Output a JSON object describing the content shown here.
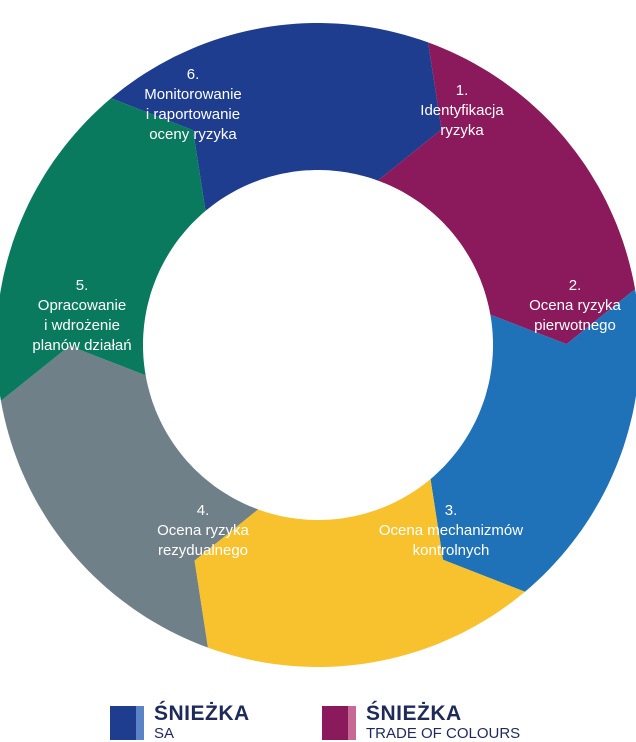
{
  "segments": [
    {
      "num": "1.",
      "lines": [
        "Identyfikacja",
        "ryzyka"
      ],
      "color": "#1f3d8f"
    },
    {
      "num": "2.",
      "lines": [
        "Ocena ryzyka",
        "pierwotnego"
      ],
      "color": "#8a1a5b"
    },
    {
      "num": "3.",
      "lines": [
        "Ocena mechanizmów",
        "kontrolnych"
      ],
      "color": "#1f72b8"
    },
    {
      "num": "4.",
      "lines": [
        "Ocena ryzyka",
        "rezydualnego"
      ],
      "color": "#f8c22f"
    },
    {
      "num": "5.",
      "lines": [
        "Opracowanie",
        "i wdrożenie",
        "planów działań"
      ],
      "color": "#6f8089"
    },
    {
      "num": "6.",
      "lines": [
        "Monitorowanie",
        "i raportowanie",
        "oceny ryzyka"
      ],
      "color": "#0a7a5f"
    }
  ],
  "legend": [
    {
      "brand": "ŚNIEŻKA",
      "sub": "SA",
      "color": "#1f3d8f",
      "accent": "#5b84c6"
    },
    {
      "brand": "ŚNIEŻKA",
      "sub": "TRADE OF COLOURS",
      "color": "#8a1a5b",
      "accent": "#c66a95"
    }
  ]
}
